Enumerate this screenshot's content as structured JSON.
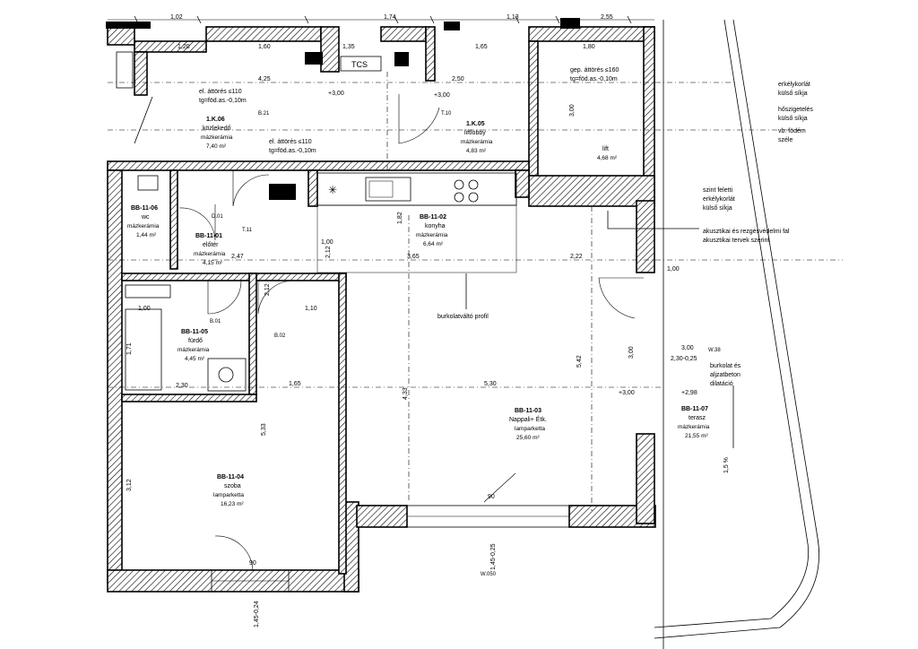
{
  "rooms": [
    {
      "id": "1.K.06",
      "name": "közlekedő",
      "floor": "mázkerámia",
      "area": "7,40 m²"
    },
    {
      "id": "1.K.05",
      "name": "liftlobby",
      "floor": "mázkerámia",
      "area": "4,83 m²"
    },
    {
      "id": "",
      "name": "lift",
      "floor": "",
      "area": "4,68 m²"
    },
    {
      "id": "BB-11-06",
      "name": "wc",
      "floor": "mázkerámia",
      "area": "1,44 m²"
    },
    {
      "id": "BB-11-01",
      "name": "előtér",
      "floor": "mázkerámia",
      "area": "4,15 m²"
    },
    {
      "id": "BB-11-02",
      "name": "konyha",
      "floor": "mázkerámia",
      "area": "6,64 m²"
    },
    {
      "id": "BB-11-05",
      "name": "fürdő",
      "floor": "mázkerámia",
      "area": "4,45 m²"
    },
    {
      "id": "BB-11-03",
      "name": "Nappali+ Étk.",
      "floor": "lamparketta",
      "area": "25,60 m²"
    },
    {
      "id": "BB-11-04",
      "name": "szoba",
      "floor": "lamparketta",
      "area": "16,23 m²"
    },
    {
      "id": "BB-11-07",
      "name": "terasz",
      "floor": "mázkerámia",
      "area": "21,55 m²"
    }
  ],
  "notes": {
    "elatores1": "el. áttörés ≤110",
    "elatores1b": "tg=föd.as.-0,10m",
    "elatores2": "el. áttörés ≤110",
    "elatores2b": "tg=föd.as.-0,10m",
    "gepatores": "gep. áttörés ≤160",
    "gepatoresb": "tg=föd.as.-0,10m",
    "tcs": "TCS",
    "level1": "+3,00",
    "level2": "+3,00",
    "level3": "+3,00",
    "level4": "+2,98",
    "burkolatvalto": "burkolatváltó profil",
    "erkely1": "erkélykorlát",
    "erkely1b": "külső síkja",
    "hoszig1": "hőszigetelés",
    "hoszig1b": "külső síkja",
    "vbfodem": "vb. födém",
    "vbfodemb": "széle",
    "szint1": "szint feletti",
    "szint2": "erkélykorlát",
    "szint3": "külső síkja",
    "akusz1": "akusztikai és rezgésvédelmi fal",
    "akusz2": "akusztikai tervek szerint",
    "burk1": "burkolat és",
    "burk2": "aljzatbeton",
    "burk3": "dilatáció",
    "slope": "1,5 %"
  },
  "tags": {
    "b21": "B.21",
    "t10": "T.10",
    "d01": "D.01",
    "t11": "T.11",
    "b01": "B.01",
    "b02": "B.02",
    "w38": "W.38",
    "w050": "W.050"
  },
  "dims": {
    "top": [
      "1,02",
      "1,74",
      "1,13",
      "2,55"
    ],
    "top2": [
      "1,20",
      "1,60",
      "1,35",
      "1,65",
      "1,80"
    ],
    "misc": [
      "4,25",
      "2,50",
      "3,00",
      "1,82",
      "2,47",
      "3,65",
      "2,22",
      "1,00",
      "1,65",
      "5,30",
      "5,42",
      "5,33",
      "4,33",
      "3,00",
      "3,12",
      "1,00",
      "1,10",
      "2,12",
      "2,12",
      "1,71",
      "2,30",
      "1,45-0,25",
      "1,45-0,24",
      "90",
      "90",
      "1,00",
      "3,00",
      "2,30-0,25"
    ]
  }
}
